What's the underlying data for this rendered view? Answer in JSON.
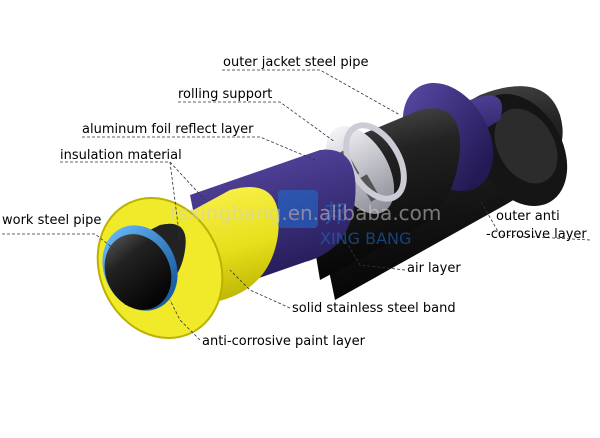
{
  "diagram": {
    "labels": {
      "outer_jacket": "outer jacket steel pipe",
      "rolling_support": "rolling support",
      "aluminum_foil": "aluminum foil reflect layer",
      "insulation": "insulation material",
      "work_pipe": "work steel pipe",
      "outer_anti_1": "outer anti",
      "outer_anti_2": "-corrosive layer",
      "air_layer": "air layer",
      "steel_band": "solid stainless steel band",
      "paint_layer": "anti-corrosive paint layer"
    },
    "watermark": {
      "url": "tsxingbang.en.alibaba.com",
      "logo_text": "XING BANG",
      "logo_cn": "邦"
    },
    "colors": {
      "outer_jacket": "#1a1a1a",
      "outer_anti_layer": "#3a2a7a",
      "insulation": "#e6e21a",
      "foil": "#c9c9d2",
      "work_pipe_inner": "#2f8fd8",
      "leader": "#333333"
    }
  }
}
